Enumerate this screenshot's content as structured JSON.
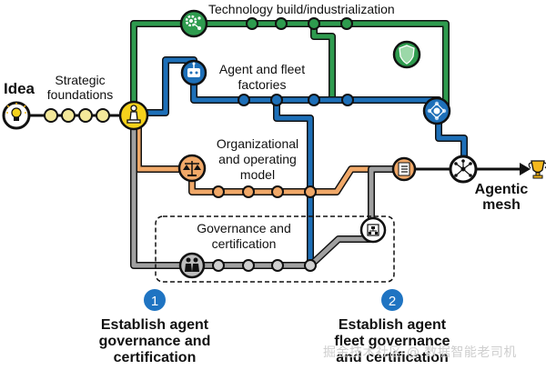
{
  "labels": {
    "idea": "Idea",
    "strategic_1": "Strategic",
    "strategic_2": "foundations",
    "tech": "Technology build/industrialization",
    "agent_1": "Agent and fleet",
    "agent_2": "factories",
    "org_1": "Organizational",
    "org_2": "and operating",
    "org_3": "model",
    "gov_1": "Governance and",
    "gov_2": "certification",
    "mesh_1": "Agentic",
    "mesh_2": "mesh",
    "step1_num": "1",
    "step1_1": "Establish agent",
    "step1_2": "governance and",
    "step1_3": "certification",
    "step2_num": "2",
    "step2_1": "Establish agent",
    "step2_2": "fleet governance",
    "step2_3": "and certification"
  },
  "watermark": "掘金技术社区 @ 数据智能老司机",
  "colors": {
    "green": "#2e9b4e",
    "blue": "#1d6fb8",
    "orange": "#f0a868",
    "gray": "#a0a0a0",
    "idea_yellow": "#f3e89a",
    "start_yellow": "#f5d21c",
    "step_blue": "#1f74c2"
  },
  "icons": [
    "lightbulb-icon",
    "chess-piece-icon",
    "gear-network-icon",
    "robot-icon",
    "shield-icon",
    "scales-icon",
    "hub-network-icon",
    "checklist-icon",
    "org-chart-icon",
    "people-icon",
    "trophy-icon"
  ]
}
